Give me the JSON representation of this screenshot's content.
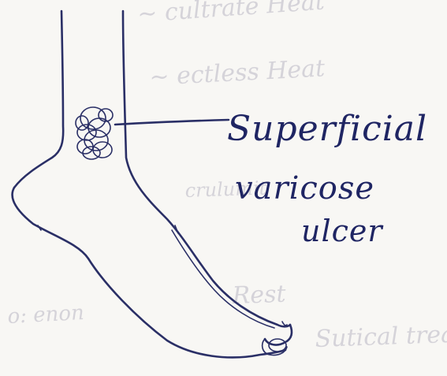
{
  "diagram": {
    "label_lines": [
      "Superficial",
      "varicose",
      "ulcer"
    ],
    "ink_color": "#2a2f66",
    "paper_color": "#f8f7f4"
  }
}
